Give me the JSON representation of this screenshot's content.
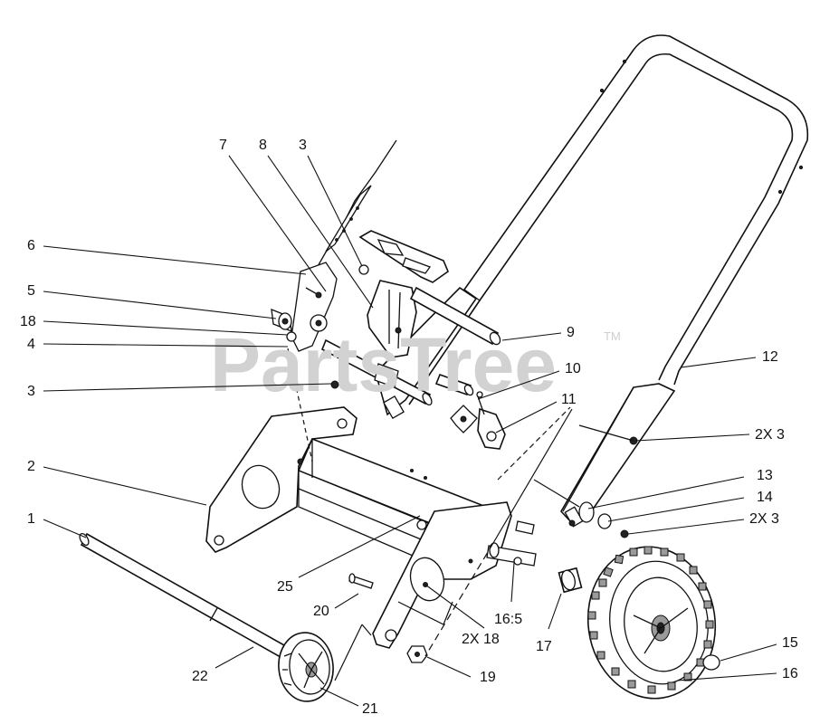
{
  "watermark": {
    "text": "PartsTree",
    "trademark": "TM"
  },
  "callouts": [
    {
      "id": "c7",
      "text": "7"
    },
    {
      "id": "c8",
      "text": "8"
    },
    {
      "id": "c3a",
      "text": "3"
    },
    {
      "id": "c6",
      "text": "6"
    },
    {
      "id": "c5",
      "text": "5"
    },
    {
      "id": "c18",
      "text": "18"
    },
    {
      "id": "c4",
      "text": "4"
    },
    {
      "id": "c3b",
      "text": "3"
    },
    {
      "id": "c2",
      "text": "2"
    },
    {
      "id": "c1",
      "text": "1"
    },
    {
      "id": "c9",
      "text": "9"
    },
    {
      "id": "c10",
      "text": "10"
    },
    {
      "id": "c11",
      "text": "11"
    },
    {
      "id": "c12",
      "text": "12"
    },
    {
      "id": "c2x3a",
      "text": "2X 3"
    },
    {
      "id": "c13",
      "text": "13"
    },
    {
      "id": "c14",
      "text": "14"
    },
    {
      "id": "c2x3b",
      "text": "2X 3"
    },
    {
      "id": "c25",
      "text": "25"
    },
    {
      "id": "c20",
      "text": "20"
    },
    {
      "id": "c165",
      "text": "16:5"
    },
    {
      "id": "c17",
      "text": "17"
    },
    {
      "id": "c2x18",
      "text": "2X 18"
    },
    {
      "id": "c19",
      "text": "19"
    },
    {
      "id": "c15",
      "text": "15"
    },
    {
      "id": "c16",
      "text": "16"
    },
    {
      "id": "c22",
      "text": "22"
    },
    {
      "id": "c21",
      "text": "21"
    }
  ]
}
